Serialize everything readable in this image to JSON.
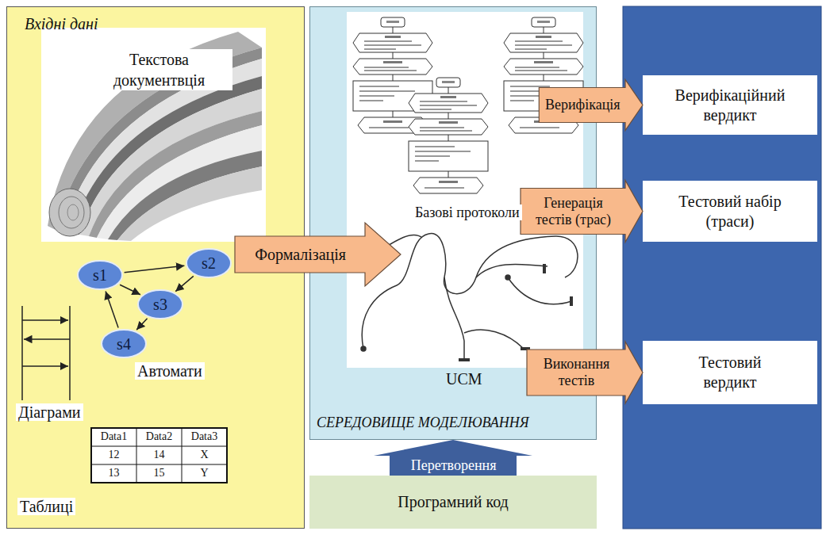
{
  "diagram": {
    "nodes": [
      {
        "text": [
          "Вхідні дані"
        ]
      },
      {
        "text": [
          "s1"
        ],
        "in": 0
      },
      {
        "text": [
          "s2"
        ],
        "in": 0
      },
      {
        "text": [
          "s3"
        ],
        "in": 0
      },
      {
        "text": [
          "s4"
        ],
        "in": 0
      },
      {
        "text": [
          "СЕРЕДОВИЩЕ МОДЕЛЮВАННЯ"
        ]
      },
      {
        "text": [
          "Верифікаційний вердикт"
        ]
      },
      {
        "text": [
          "Тестовий набір (траси)"
        ]
      },
      {
        "text": [
          "Тестовий вердикт"
        ]
      },
      {
        "text": [
          "Програмний код"
        ]
      }
    ],
    "edges": [
      {
        "from": 1,
        "to": 2,
        "arrow": "to"
      },
      {
        "from": 1,
        "to": 3,
        "arrow": "to"
      },
      {
        "from": 2,
        "to": 3,
        "arrow": "to"
      },
      {
        "from": 3,
        "to": 4,
        "arrow": "to"
      },
      {
        "from": 4,
        "to": 1,
        "arrow": "to"
      },
      {
        "from": 0,
        "to": 5,
        "label": "Формалізація",
        "arrow": "to"
      },
      {
        "from": 5,
        "to": 6,
        "label": "Верифікація",
        "arrow": "to"
      },
      {
        "from": 5,
        "to": 7,
        "label": "Генерація тестів (трас)",
        "arrow": "to"
      },
      {
        "from": 5,
        "to": 8,
        "label": "Виконання тестів",
        "arrow": "to"
      },
      {
        "from": 9,
        "to": 5,
        "label": "Перетворення",
        "arrow": "to"
      }
    ],
    "labels": [
      "Текстова документвція",
      "Автомати",
      "Діаграми",
      "Data1",
      "Data2",
      "Data3",
      "12",
      "14",
      "X",
      "13",
      "15",
      "Y",
      "Таблиці",
      "Базові протоколи",
      "UCM"
    ]
  }
}
